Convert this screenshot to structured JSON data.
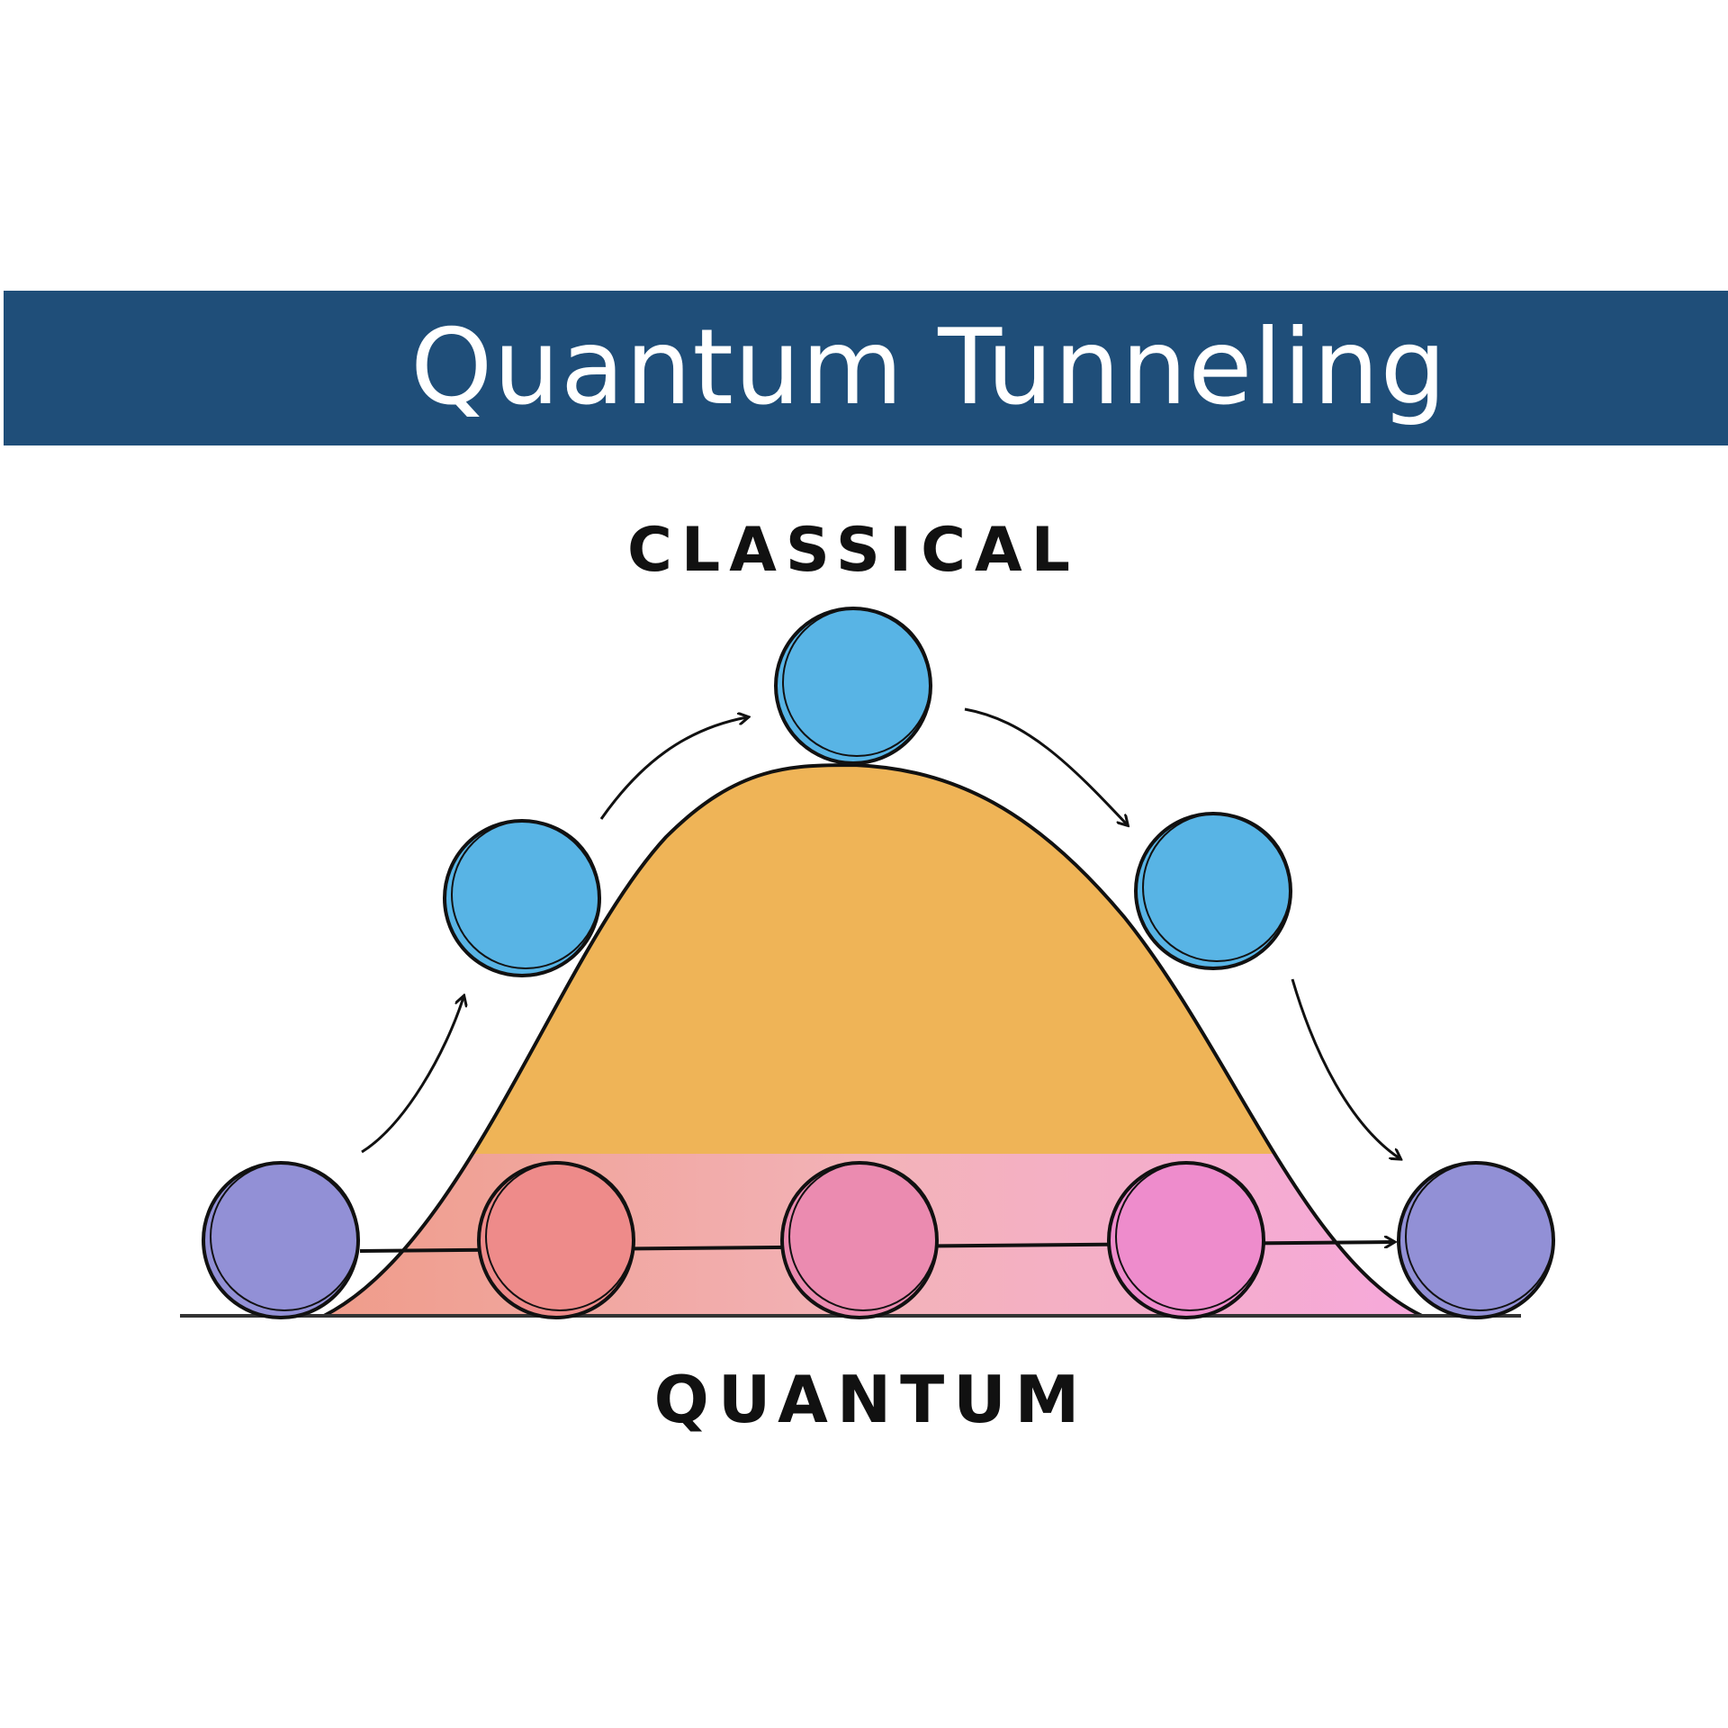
{
  "title": "Quantum Tunneling",
  "labels": {
    "classical": "CLASSICAL",
    "quantum": "QUANTUM"
  },
  "colors": {
    "banner": "#1f4e79",
    "barrier": "#efb457",
    "classical_particle": "#58b4e5",
    "endpoint_particle": "#9290d6",
    "tunnel_start": "#ee8b8a",
    "tunnel_end": "#f4a9dc",
    "ink": "#111111"
  }
}
